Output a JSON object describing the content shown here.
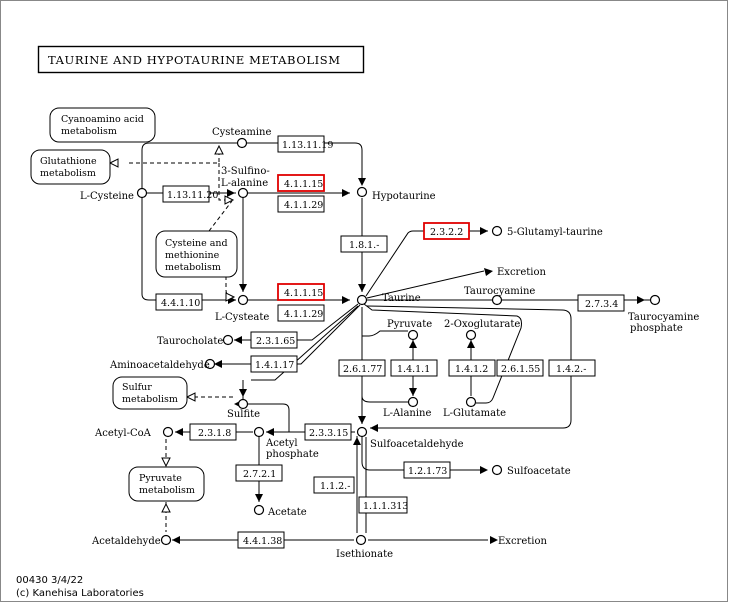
{
  "title": "TAURINE AND HYPOTAURINE METABOLISM",
  "footer": {
    "map_id": "00430 3/4/22",
    "copyright": "(c) Kanehisa Laboratories"
  },
  "colors": {
    "highlight": "#e00000",
    "line": "#000000",
    "background": "#ffffff"
  },
  "maps": {
    "cyanoamino": [
      "Cyanoamino acid",
      "metabolism"
    ],
    "glutathione": [
      "Glutathione",
      "metabolism"
    ],
    "cysteine_methionine": [
      "Cysteine and",
      "methionine",
      "metabolism"
    ],
    "sulfur": [
      "Sulfur",
      "metabolism"
    ],
    "pyruvate": [
      "Pyruvate",
      "metabolism"
    ]
  },
  "compounds": {
    "cysteamine": "Cysteamine",
    "sulfino_alanine": [
      "3-Sulfino-",
      "L-alanine"
    ],
    "l_cysteine": "L-Cysteine",
    "hypotaurine": "Hypotaurine",
    "glutamyl_taurine": "5-Glutamyl-taurine",
    "excretion_top": "Excretion",
    "taurine": "Taurine",
    "taurocyamine": "Taurocyamine",
    "taurocyamine_phosphate": [
      "Taurocyamine",
      "phosphate"
    ],
    "l_cysteate": "L-Cysteate",
    "taurocholate": "Taurocholate",
    "aminoacetaldehyde": "Aminoacetaldehyde",
    "pyruvate": "Pyruvate",
    "oxoglutarate": "2-Oxoglutarate",
    "l_alanine": "L-Alanine",
    "l_glutamate": "L-Glutamate",
    "sulfite": "Sulfite",
    "acetyl_coa": "Acetyl-CoA",
    "acetyl_phosphate": [
      "Acetyl",
      "phosphate"
    ],
    "sulfoacetaldehyde": "Sulfoacetaldehyde",
    "sulfoacetate": "Sulfoacetate",
    "acetate": "Acetate",
    "acetaldehyde": "Acetaldehyde",
    "isethionate": "Isethionate",
    "excretion_bottom": "Excretion"
  },
  "enzymes": {
    "e_1_13_11_19": "1.13.11.19",
    "e_1_13_11_20": "1.13.11.20",
    "e_4_1_1_15_a": "4.1.1.15",
    "e_4_1_1_29_a": "4.1.1.29",
    "e_1_8_1": "1.8.1.-",
    "e_2_3_2_2": "2.3.2.2",
    "e_4_4_1_10": "4.4.1.10",
    "e_4_1_1_15_b": "4.1.1.15",
    "e_4_1_1_29_b": "4.1.1.29",
    "e_2_7_3_4": "2.7.3.4",
    "e_2_3_1_65": "2.3.1.65",
    "e_1_4_1_17": "1.4.1.17",
    "e_2_6_1_77": "2.6.1.77",
    "e_1_4_1_1": "1.4.1.1",
    "e_1_4_1_2": "1.4.1.2",
    "e_2_6_1_55": "2.6.1.55",
    "e_1_4_2": "1.4.2.-",
    "e_2_3_1_8": "2.3.1.8",
    "e_2_3_3_15": "2.3.3.15",
    "e_2_7_2_1": "2.7.2.1",
    "e_1_2_1_73": "1.2.1.73",
    "e_1_1_2": "1.1.2.-",
    "e_1_1_1_313": "1.1.1.313",
    "e_4_4_1_38": "4.4.1.38"
  }
}
